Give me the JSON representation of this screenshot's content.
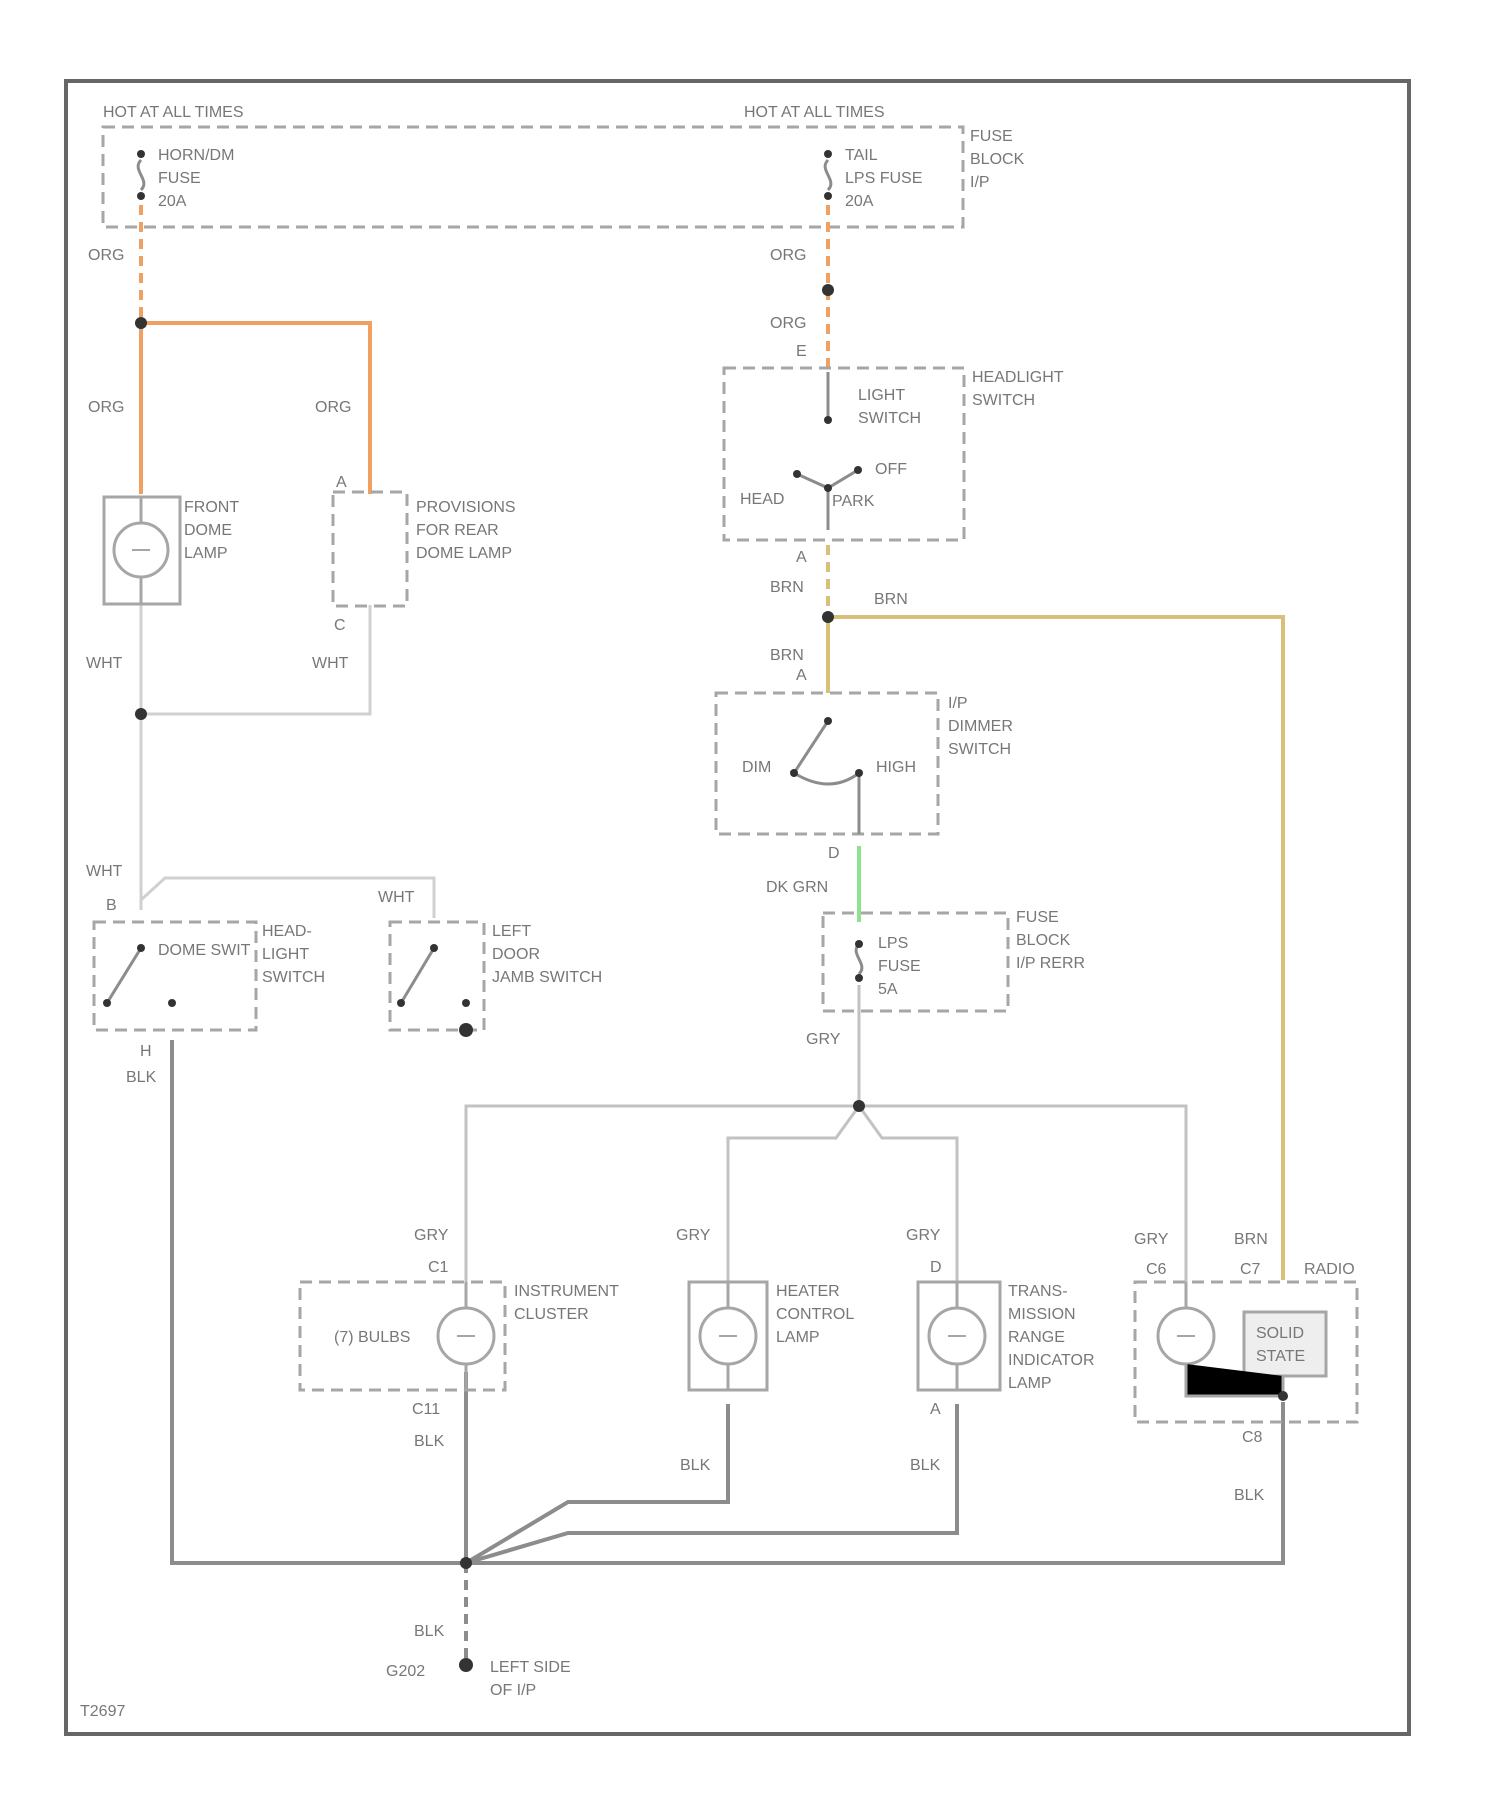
{
  "diagram_id": "T2697",
  "colors": {
    "frame": "#666666",
    "org": "#f0a060",
    "brn": "#d8c07a",
    "wht": "#d0d0d0",
    "gry": "#c2c2c2",
    "blk": "#8c8c8c",
    "dkgrn": "#8fe08f",
    "box": "#a6a6a6",
    "text": "#777777"
  },
  "power": {
    "left_hot": "HOT AT ALL TIMES",
    "right_hot": "HOT AT ALL TIMES",
    "fuse_left": [
      "HORN/DM",
      "FUSE",
      "20A"
    ],
    "fuse_right": [
      "TAIL",
      "LPS FUSE",
      "20A"
    ],
    "fuse_block": [
      "FUSE",
      "BLOCK",
      "I/P"
    ]
  },
  "wires": {
    "org_1": "ORG",
    "org_2": "ORG",
    "org_3": "ORG",
    "org_4": "ORG",
    "org_5": "ORG",
    "wht_1": "WHT",
    "wht_2": "WHT",
    "wht_3": "WHT",
    "wht_4": "WHT",
    "brn_1": "BRN",
    "brn_2": "BRN",
    "brn_3": "BRN",
    "brn_4": "BRN",
    "dkgrn": "DK GRN",
    "gry_1": "GRY",
    "gry_2": "GRY",
    "gry_3": "GRY",
    "gry_4": "GRY",
    "gry_5": "GRY",
    "blk_1": "BLK",
    "blk_2": "BLK",
    "blk_3": "BLK",
    "blk_4": "BLK",
    "blk_5": "BLK",
    "blk_6": "BLK"
  },
  "components": {
    "front_dome": [
      "FRONT",
      "DOME",
      "LAMP"
    ],
    "rear_dome": [
      "PROVISIONS",
      "FOR REAR",
      "DOME LAMP"
    ],
    "headlight_switch": [
      "HEADLIGHT",
      "SWITCH"
    ],
    "light_switch": [
      "LIGHT",
      "SWITCH"
    ],
    "off": "OFF",
    "head": "HEAD",
    "park": "PARK",
    "dimmer_switch": [
      "I/P",
      "DIMMER",
      "SWITCH"
    ],
    "dim": "DIM",
    "high": "HIGH",
    "fuse_lps": [
      "LPS",
      "FUSE",
      "5A"
    ],
    "fuse_block_rear": [
      "FUSE",
      "BLOCK",
      "I/P RERR"
    ],
    "dome_switch_a": "DOME SWIT",
    "dome_switch_b": [
      "HEAD-",
      "LIGHT",
      "SWITCH"
    ],
    "door_jamb": [
      "LEFT",
      "DOOR",
      "JAMB SWITCH"
    ],
    "cluster_bulbs": "(7) BULBS",
    "instrument_cluster": [
      "INSTRUMENT",
      "CLUSTER"
    ],
    "heater_lamp": [
      "HEATER",
      "CONTROL",
      "LAMP"
    ],
    "trans_lamp": [
      "TRANS-",
      "MISSION",
      "RANGE",
      "INDICATOR",
      "LAMP"
    ],
    "radio": "RADIO",
    "solid_state": [
      "SOLID",
      "STATE"
    ],
    "ground": [
      "LEFT SIDE",
      "OF I/P"
    ],
    "ground_code": "G202"
  },
  "pins": {
    "e": "E",
    "a_hl": "A",
    "a_dim": "A",
    "a_rear": "A",
    "c_rear": "C",
    "d_dim": "D",
    "b_dome": "B",
    "h_dome": "H",
    "c1": "C1",
    "c11": "C11",
    "d_trans": "D",
    "a_trans": "A",
    "c6": "C6",
    "c7": "C7",
    "c8": "C8"
  }
}
